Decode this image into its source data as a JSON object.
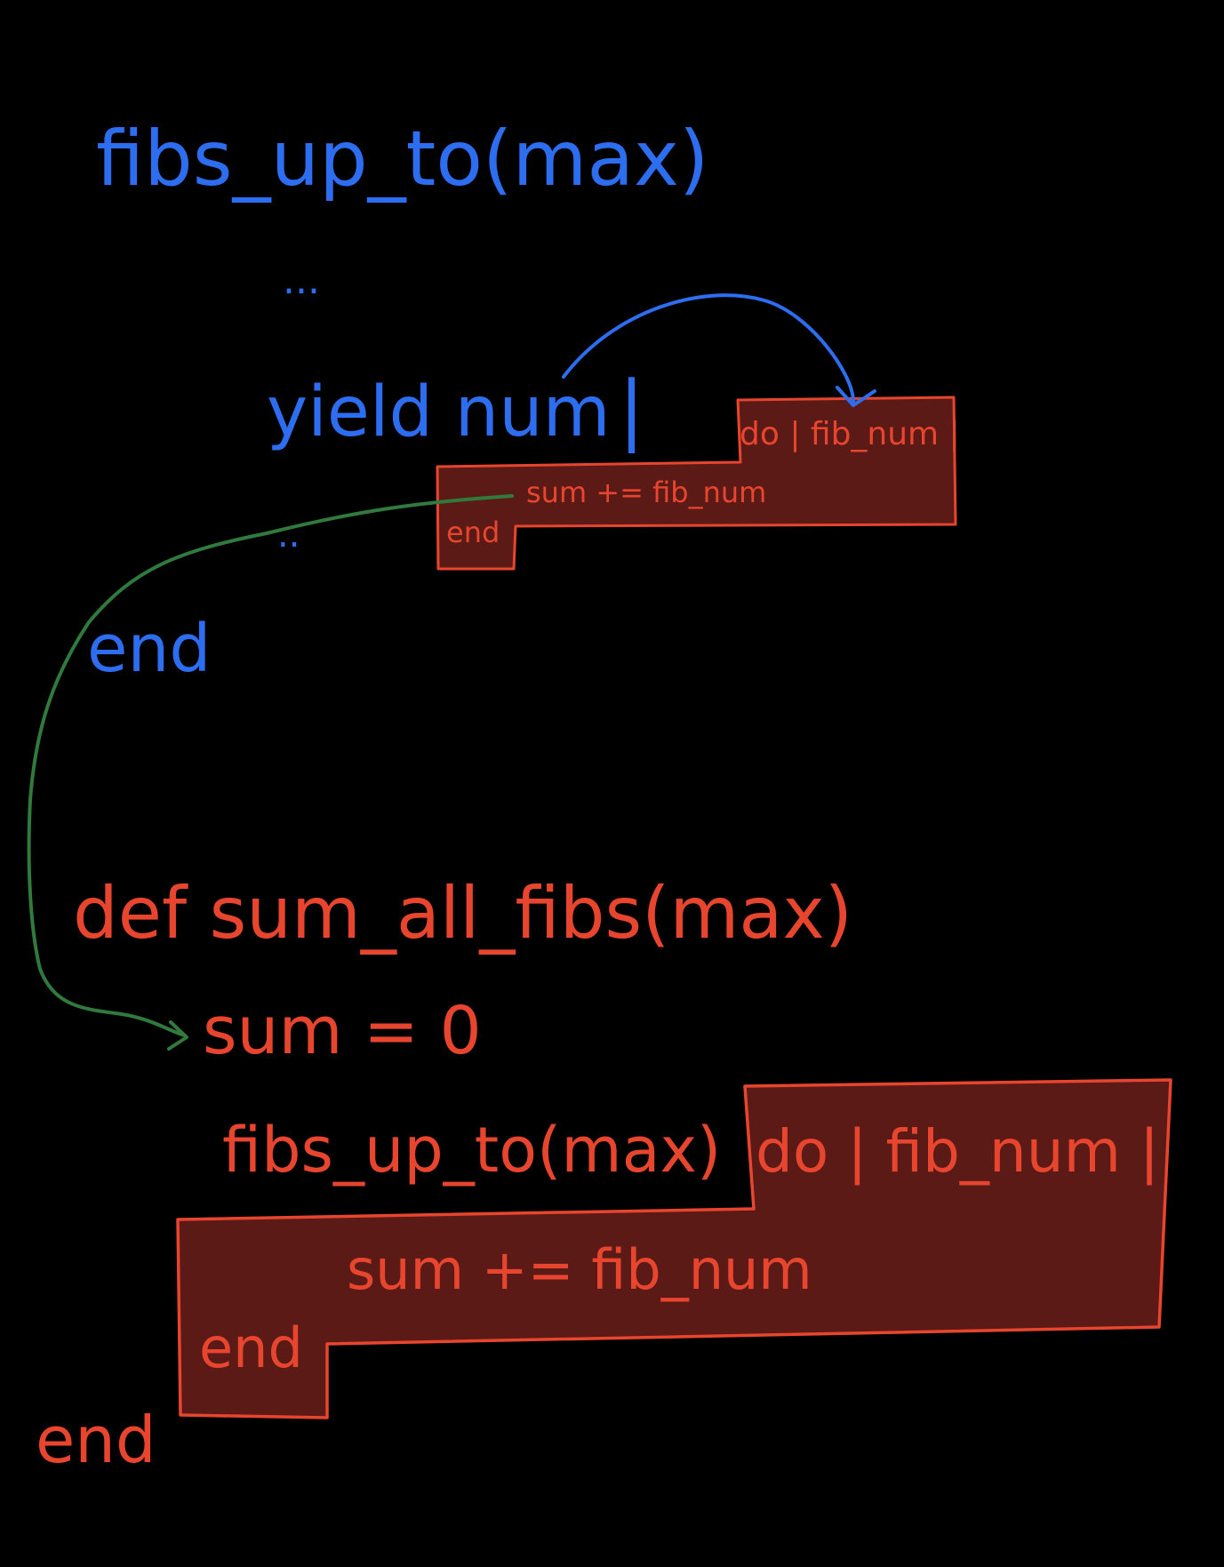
{
  "colors": {
    "background": "#000000",
    "blue_ink": "#2d6df0",
    "red_ink": "#e8452f",
    "green_ink": "#2f7a3c",
    "block_fill": "#5b1a16"
  },
  "top_function": {
    "signature": "fibs_up_to(max)",
    "ellipsis_top": "...",
    "yield_line": "yield num",
    "yield_bar": "|",
    "ellipsis_bottom": "..",
    "end": "end"
  },
  "small_block": {
    "header": "do | fib_num |",
    "body": "sum += fib_num",
    "end": "end"
  },
  "bottom_function": {
    "signature": "def  sum_all_fibs(max)",
    "init": "sum = 0",
    "call": "fibs_up_to(max)",
    "end": "end"
  },
  "big_block": {
    "header": "do | fib_num |",
    "body": "sum += fib_num",
    "end": "end"
  }
}
